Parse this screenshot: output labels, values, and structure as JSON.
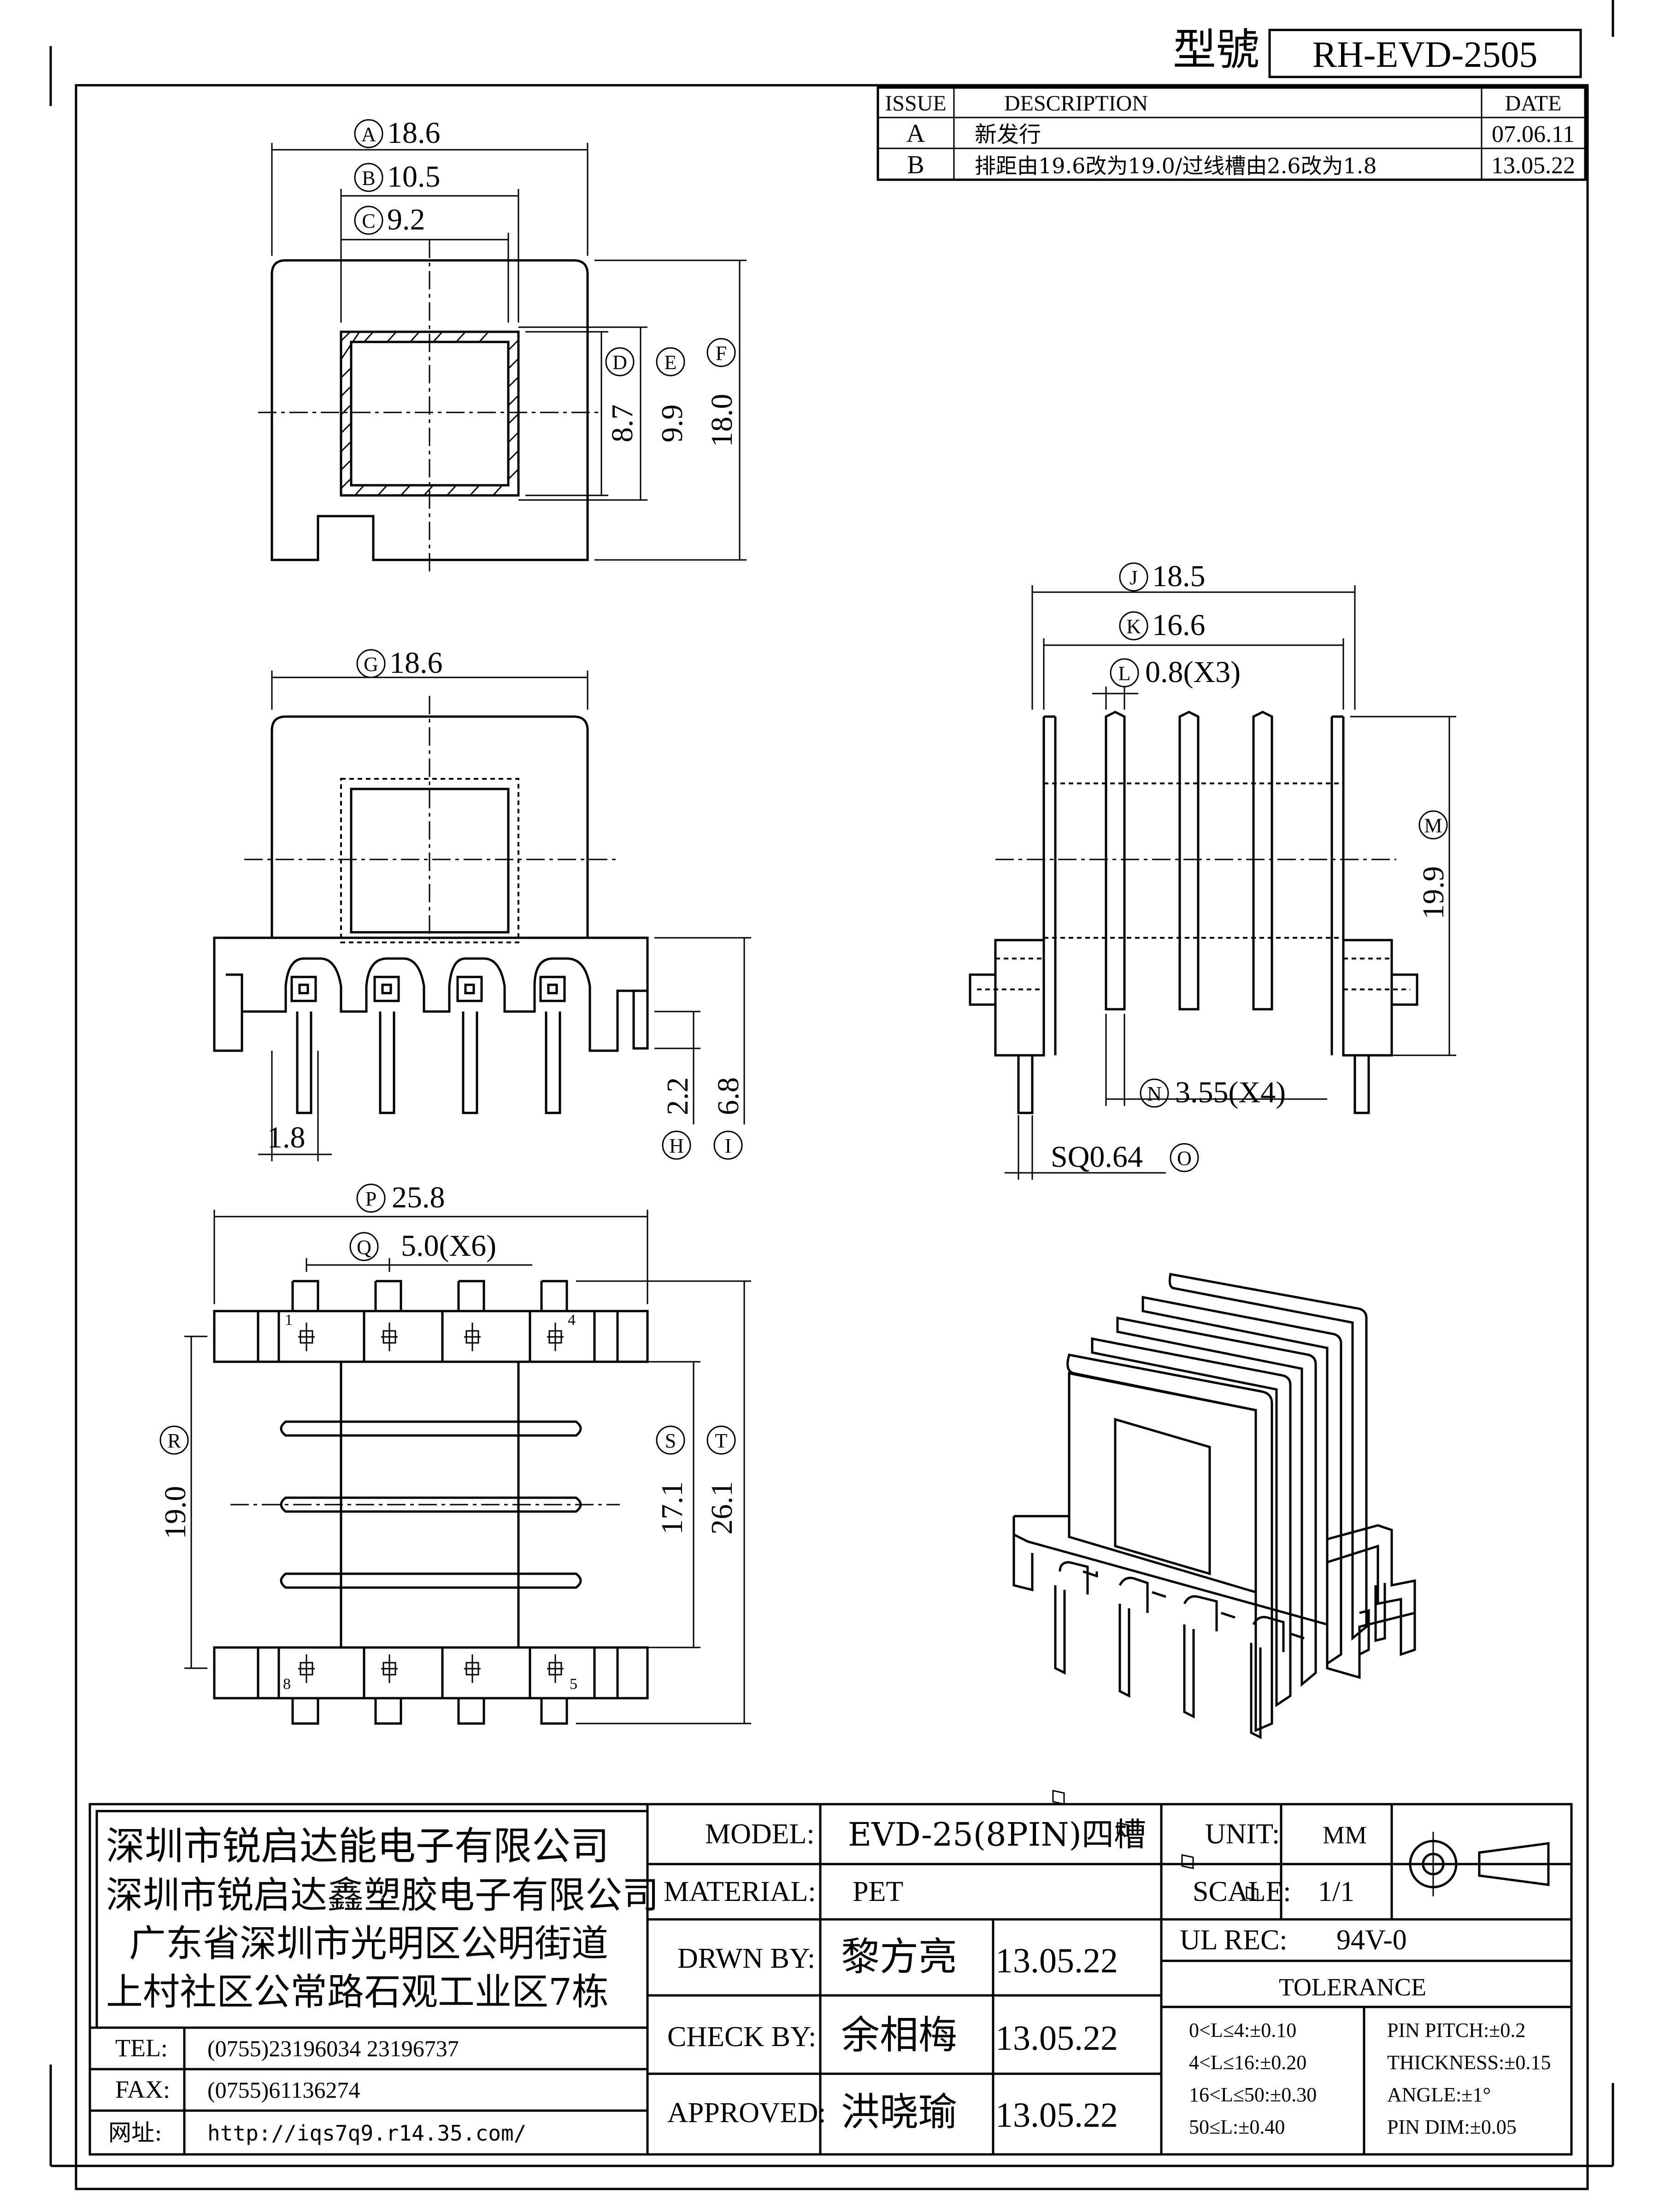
{
  "header": {
    "model_label": "型號",
    "model_number": "RH-EVD-2505"
  },
  "revisions": {
    "headers": [
      "ISSUE",
      "DESCRIPTION",
      "DATE"
    ],
    "rows": [
      {
        "issue": "A",
        "description": "新发行",
        "date": "07.06.11"
      },
      {
        "issue": "B",
        "description": "排距由19.6改为19.0/过线槽由2.6改为1.8",
        "date": "13.05.22"
      }
    ]
  },
  "dimensions": {
    "A": {
      "letter": "A",
      "value": "18.6"
    },
    "B": {
      "letter": "B",
      "value": "10.5"
    },
    "C": {
      "letter": "C",
      "value": "9.2"
    },
    "D": {
      "letter": "D",
      "value": "8.7"
    },
    "E": {
      "letter": "E",
      "value": "9.9"
    },
    "F": {
      "letter": "F",
      "value": "18.0"
    },
    "G": {
      "letter": "G",
      "value": "18.6"
    },
    "H": {
      "letter": "H",
      "value": "2.2"
    },
    "I": {
      "letter": "I",
      "value": "6.8"
    },
    "slot": {
      "value": "1.8"
    },
    "J": {
      "letter": "J",
      "value": "18.5"
    },
    "K": {
      "letter": "K",
      "value": "16.6"
    },
    "L": {
      "letter": "L",
      "value": "0.8(X3)"
    },
    "M": {
      "letter": "M",
      "value": "19.9"
    },
    "N": {
      "letter": "N",
      "value": "3.55(X4)"
    },
    "O": {
      "letter": "O",
      "value": "SQ0.64"
    },
    "P": {
      "letter": "P",
      "value": "25.8"
    },
    "Q": {
      "letter": "Q",
      "value": "5.0(X6)"
    },
    "R": {
      "letter": "R",
      "value": "19.0"
    },
    "S": {
      "letter": "S",
      "value": "17.1"
    },
    "T": {
      "letter": "T",
      "value": "26.1"
    }
  },
  "pin_labels": {
    "p1": "1",
    "p4": "4",
    "p5": "5",
    "p8": "8"
  },
  "title_block": {
    "company": [
      "深圳市锐启达能电子有限公司",
      "深圳市锐启达鑫塑胶电子有限公司",
      "广东省深圳市光明区公明街道",
      "上村社区公常路石观工业区7栋"
    ],
    "tel_label": "TEL:",
    "tel_value": "(0755)23196034  23196737",
    "fax_label": "FAX:",
    "fax_value": "(0755)61136274",
    "web_label": "网址:",
    "web_value": "http://iqs7q9.r14.35.com/",
    "model_label": "MODEL:",
    "model_value": "EVD-25(8PIN)四槽",
    "material_label": "MATERIAL:",
    "material_value": "PET",
    "drawn_label": "DRWN BY:",
    "drawn_name": "黎方亮",
    "drawn_date": "13.05.22",
    "check_label": "CHECK BY:",
    "check_name": "余相梅",
    "check_date": "13.05.22",
    "approved_label": "APPROVED:",
    "approved_name": "洪晓瑜",
    "approved_date": "13.05.22",
    "unit_label": "UNIT:",
    "unit_value": "MM",
    "scale_label": "SCALE:",
    "scale_value": "1/1",
    "ul_label": "UL REC:",
    "ul_value": "94V-0",
    "tolerance_title": "TOLERANCE",
    "tolerance_left": [
      "0<L≤4:±0.10",
      "4<L≤16:±0.20",
      "16<L≤50:±0.30",
      "50≤L:±0.40"
    ],
    "tolerance_right": [
      "PIN PITCH:±0.2",
      "THICKNESS:±0.15",
      "ANGLE:±1°",
      "PIN DIM:±0.05"
    ]
  }
}
